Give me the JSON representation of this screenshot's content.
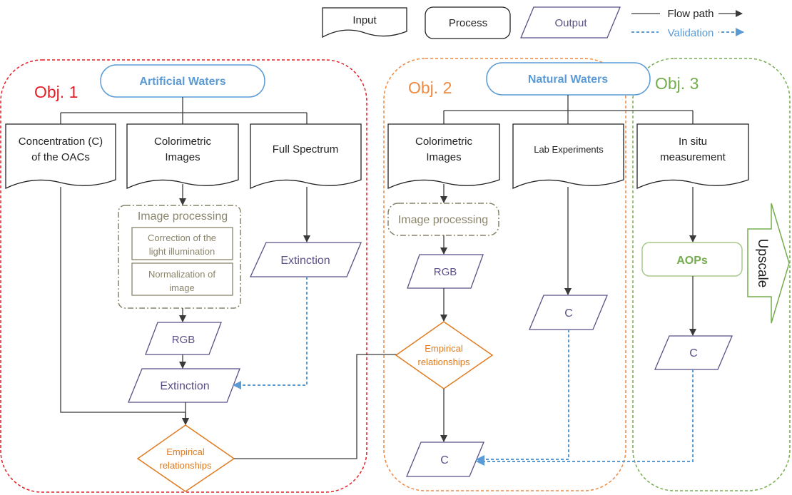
{
  "colors": {
    "obj1": "#e21f26",
    "obj2": "#ed8a43",
    "obj3": "#74ad4d",
    "water": "#5b9bd5",
    "output": "#5b4f86",
    "process": "#8a846b",
    "relationship": "#e07a1f",
    "validation": "#5b9bd5",
    "flow": "#3a3a3a"
  },
  "legend": {
    "input": "Input",
    "process": "Process",
    "output": "Output",
    "flow_path": "Flow path",
    "validation": "Validation"
  },
  "obj1": {
    "label": "Obj. 1",
    "source": "Artificial Waters",
    "inputs": {
      "conc_line1": "Concentration (C)",
      "conc_line2": "of the OACs",
      "color_line1": "Colorimetric",
      "color_line2": "Images",
      "spectrum": "Full Spectrum"
    },
    "image_processing": "Image processing",
    "correction_line1": "Correction of the",
    "correction_line2": "light illumination",
    "normalization_line1": "Normalization of",
    "normalization_line2": "image",
    "rgb": "RGB",
    "extinction_right": "Extinction",
    "extinction": "Extinction",
    "empirical_line1": "Empirical",
    "empirical_line2": "relationships"
  },
  "obj2": {
    "label": "Obj. 2",
    "source": "Natural Waters",
    "inputs": {
      "color_line1": "Colorimetric",
      "color_line2": "Images",
      "lab": "Lab Experiments"
    },
    "image_processing": "Image processing",
    "rgb": "RGB",
    "empirical_line1": "Empirical",
    "empirical_line2": "relationships",
    "c_bottom": "C",
    "c_lab": "C"
  },
  "obj3": {
    "label": "Obj. 3",
    "insitu_line1": "In situ",
    "insitu_line2": "measurement",
    "aops": "AOPs",
    "c": "C",
    "upscale": "Upscale"
  }
}
